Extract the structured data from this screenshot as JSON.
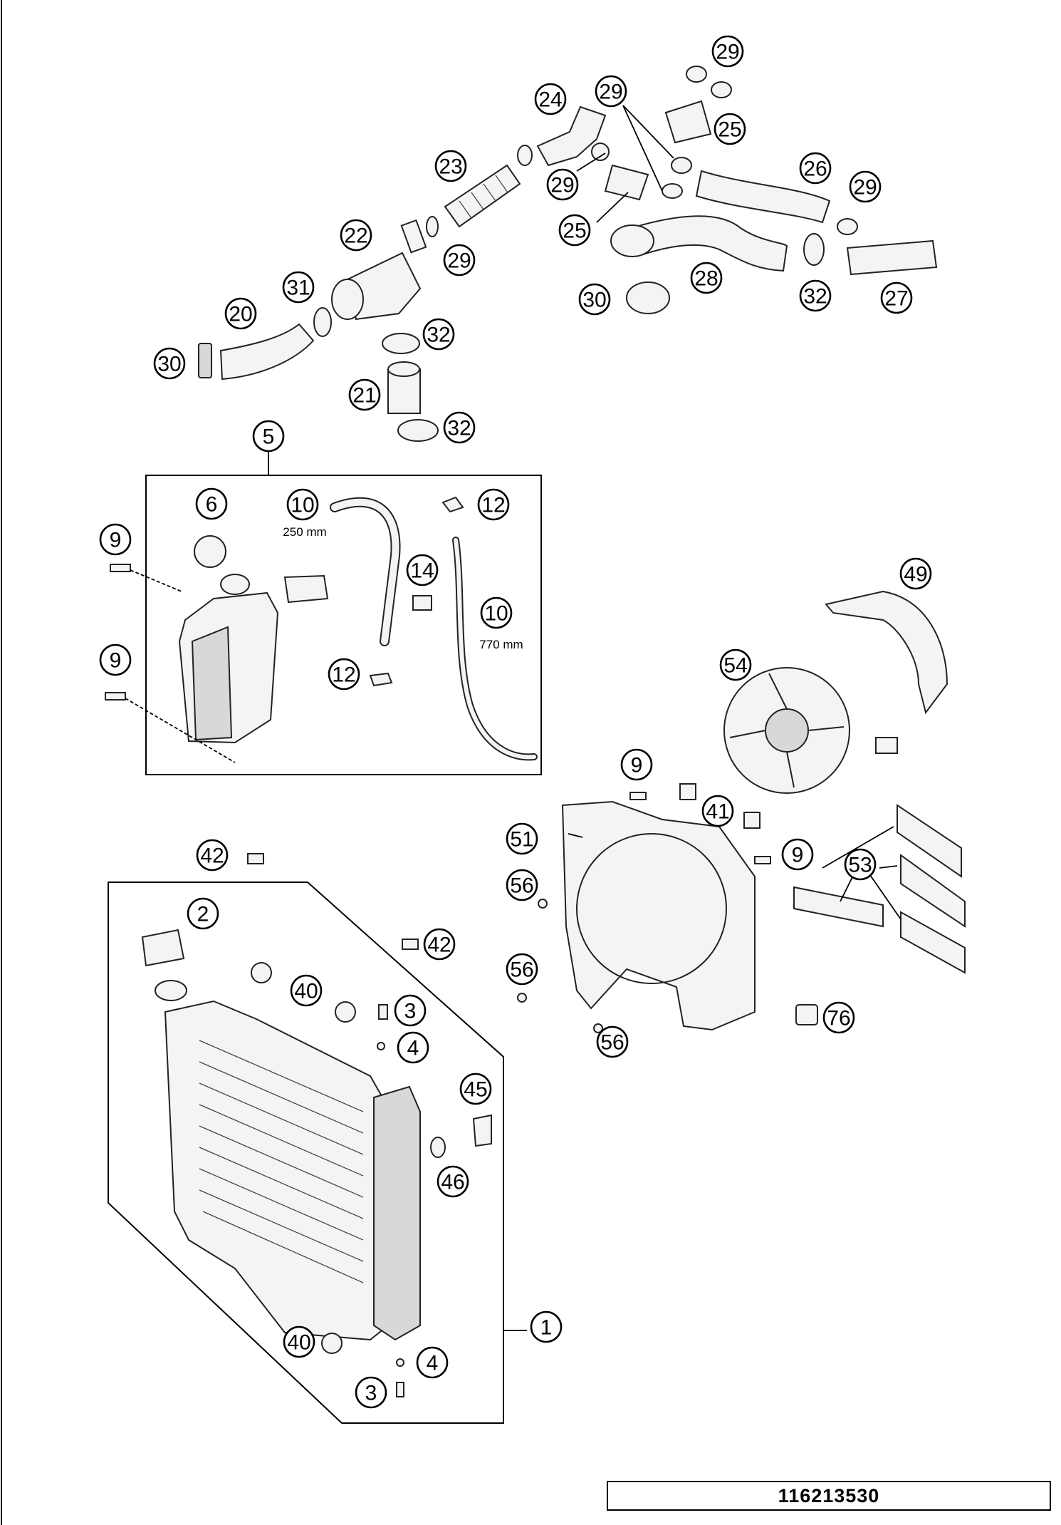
{
  "callouts": [
    {
      "id": "c29a",
      "label": "29"
    },
    {
      "id": "c24",
      "label": "24"
    },
    {
      "id": "c29b",
      "label": "29"
    },
    {
      "id": "c25a",
      "label": "25"
    },
    {
      "id": "c23",
      "label": "23"
    },
    {
      "id": "c29c",
      "label": "29"
    },
    {
      "id": "c26",
      "label": "26"
    },
    {
      "id": "c29d",
      "label": "29"
    },
    {
      "id": "c25b",
      "label": "25"
    },
    {
      "id": "c22",
      "label": "22"
    },
    {
      "id": "c29e",
      "label": "29"
    },
    {
      "id": "c28",
      "label": "28"
    },
    {
      "id": "c31",
      "label": "31"
    },
    {
      "id": "c30a",
      "label": "30"
    },
    {
      "id": "c32a",
      "label": "32"
    },
    {
      "id": "c27",
      "label": "27"
    },
    {
      "id": "c20",
      "label": "20"
    },
    {
      "id": "c32b",
      "label": "32"
    },
    {
      "id": "c30b",
      "label": "30"
    },
    {
      "id": "c21",
      "label": "21"
    },
    {
      "id": "c32c",
      "label": "32"
    },
    {
      "id": "c5",
      "label": "5"
    },
    {
      "id": "c6",
      "label": "6"
    },
    {
      "id": "c10a",
      "label": "10"
    },
    {
      "id": "c12a",
      "label": "12"
    },
    {
      "id": "c9a",
      "label": "9"
    },
    {
      "id": "c14",
      "label": "14"
    },
    {
      "id": "c10b",
      "label": "10"
    },
    {
      "id": "c9b",
      "label": "9"
    },
    {
      "id": "c12b",
      "label": "12"
    },
    {
      "id": "c49",
      "label": "49"
    },
    {
      "id": "c54",
      "label": "54"
    },
    {
      "id": "c9c",
      "label": "9"
    },
    {
      "id": "c41",
      "label": "41"
    },
    {
      "id": "c51",
      "label": "51"
    },
    {
      "id": "c9d",
      "label": "9"
    },
    {
      "id": "c42a",
      "label": "42"
    },
    {
      "id": "c53",
      "label": "53"
    },
    {
      "id": "c56a",
      "label": "56"
    },
    {
      "id": "c2",
      "label": "2"
    },
    {
      "id": "c42b",
      "label": "42"
    },
    {
      "id": "c56b",
      "label": "56"
    },
    {
      "id": "c40a",
      "label": "40"
    },
    {
      "id": "c3a",
      "label": "3"
    },
    {
      "id": "c76",
      "label": "76"
    },
    {
      "id": "c4a",
      "label": "4"
    },
    {
      "id": "c56c",
      "label": "56"
    },
    {
      "id": "c45",
      "label": "45"
    },
    {
      "id": "c46",
      "label": "46"
    },
    {
      "id": "c1",
      "label": "1"
    },
    {
      "id": "c40b",
      "label": "40"
    },
    {
      "id": "c4b",
      "label": "4"
    },
    {
      "id": "c3b",
      "label": "3"
    }
  ],
  "dimensions": {
    "hose_short": "250 mm",
    "hose_long": "770 mm"
  },
  "drawing_number": "116213530"
}
